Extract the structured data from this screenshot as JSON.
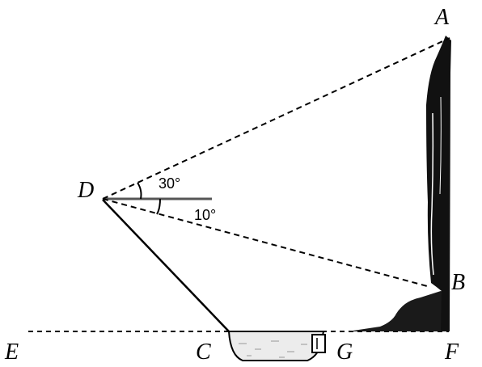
{
  "figure": {
    "points": {
      "A": "A",
      "B": "B",
      "C": "C",
      "D": "D",
      "E": "E",
      "F": "F",
      "G": "G"
    },
    "angles": {
      "elevation": "30°",
      "depression": "10°"
    },
    "colors": {
      "ink": "#000000",
      "tower": "#111111",
      "water_fill": "#e8e8e8"
    }
  }
}
